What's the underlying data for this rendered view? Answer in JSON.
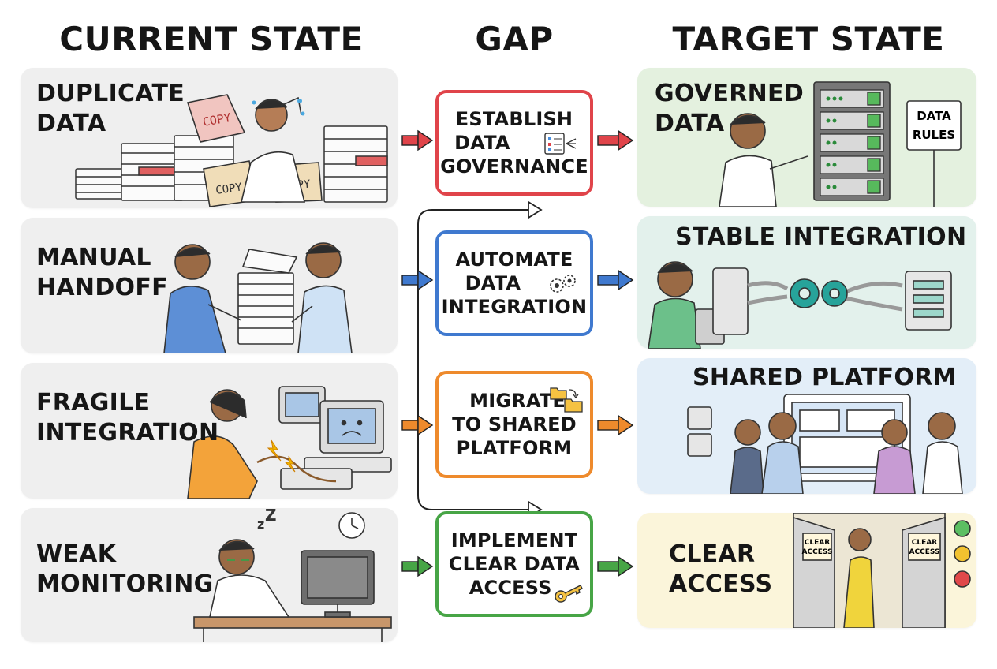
{
  "columns": {
    "current": "CURRENT STATE",
    "gap": "GAP",
    "target": "TARGET STATE"
  },
  "current_state": [
    {
      "line1": "DUPLICATE",
      "line2": "DATA",
      "tags": [
        "COPY",
        "COPY",
        "COPY"
      ]
    },
    {
      "line1": "MANUAL",
      "line2": "HANDOFF"
    },
    {
      "line1": "FRAGILE",
      "line2": "INTEGRATION"
    },
    {
      "line1": "WEAK",
      "line2": "MONITORING"
    }
  ],
  "gap": [
    {
      "line1": "ESTABLISH",
      "line2": "DATA",
      "line3": "GOVERNANCE",
      "color": "#e0444a"
    },
    {
      "line1": "AUTOMATE",
      "line2": "DATA",
      "line3": "INTEGRATION",
      "color": "#3f79cf"
    },
    {
      "line1": "MIGRATE",
      "line2": "TO SHARED",
      "line3": "PLATFORM",
      "color": "#ee8a2c"
    },
    {
      "line1": "IMPLEMENT",
      "line2": "CLEAR DATA",
      "line3": "ACCESS",
      "color": "#47a546"
    }
  ],
  "target_state": [
    {
      "line1": "GOVERNED",
      "line2": "DATA",
      "sign_line1": "DATA",
      "sign_line2": "RULES"
    },
    {
      "line1": "STABLE INTEGRATION"
    },
    {
      "line1": "SHARED PLATFORM"
    },
    {
      "line1": "CLEAR",
      "line2": "ACCESS",
      "door_sign_line1": "CLEAR",
      "door_sign_line2": "ACCESS"
    }
  ],
  "colors": {
    "current_bg": "#efefef",
    "governed_bg": "#e4f1df",
    "stable_bg": "#e3f1ec",
    "shared_bg": "#e3eef8",
    "access_bg": "#fbf5da"
  }
}
